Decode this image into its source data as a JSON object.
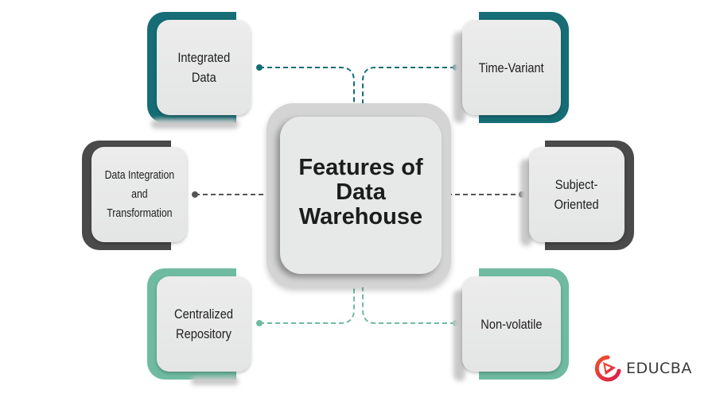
{
  "title": "Features of\nData\nWarehouse",
  "features": [
    {
      "id": "integrated-data",
      "label": "Integrated\nData",
      "accent": "#166d75"
    },
    {
      "id": "time-variant",
      "label": "Time-Variant",
      "accent": "#166d75"
    },
    {
      "id": "data-integration-transformation",
      "label": "Data Integration\nand\nTransformation",
      "accent": "#4a4a4a"
    },
    {
      "id": "subject-oriented",
      "label": "Subject-\nOriented",
      "accent": "#4a4a4a"
    },
    {
      "id": "centralized-repository",
      "label": "Centralized\nRepository",
      "accent": "#6fbba2"
    },
    {
      "id": "non-volatile",
      "label": "Non-volatile",
      "accent": "#6fbba2"
    }
  ],
  "logo": {
    "text": "EDUCBA",
    "colors": [
      "#f0512b",
      "#d91e4d"
    ]
  }
}
